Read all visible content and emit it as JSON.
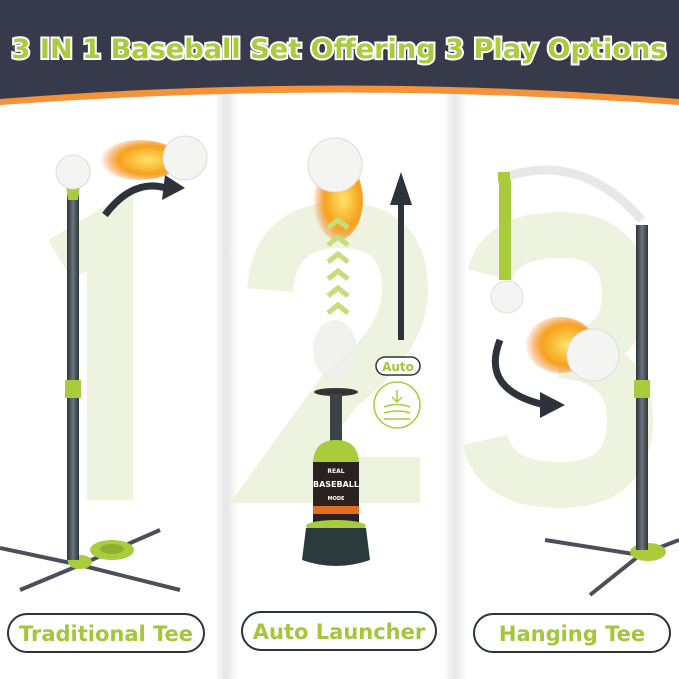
{
  "header": {
    "title": "3 IN 1 Baseball Set Offering 3 Play Options"
  },
  "panels": [
    {
      "number": "1",
      "label": "Traditional Tee"
    },
    {
      "number": "2",
      "label": "Auto Launcher",
      "badge": "Auto",
      "device_label": {
        "line1": "REAL",
        "line2": "BASEBALL",
        "line3": "MODE"
      }
    },
    {
      "number": "3",
      "label": "Hanging Tee"
    }
  ],
  "colors": {
    "header_bg": "#373a4a",
    "accent_orange": "#f5923a",
    "accent_green": "#a9cc3c",
    "pole": "#4a5058"
  }
}
